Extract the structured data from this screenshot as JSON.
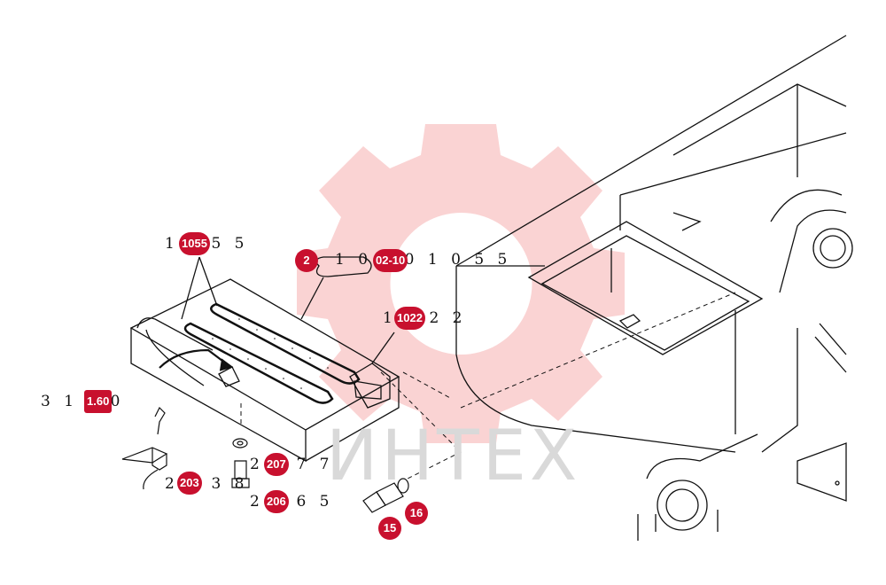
{
  "watermark": {
    "text": "ИНТЕХ",
    "color": "#f08080"
  },
  "labels": {
    "l1055": "1 0 5 5",
    "l10201055": "1 0 2 0 1 0 5 5",
    "l1022": "1 0 2 2",
    "l3100": "3 1 0 0",
    "l2077": "2 0 7 7",
    "l2038": "2 0 3 8",
    "l2065": "2 0 6 5"
  },
  "badges": {
    "b1055": "1055",
    "b2": "2",
    "b2010": "02-10",
    "b1022": "1022",
    "b160": "1.60",
    "b207": "207",
    "b203": "203",
    "b206": "206",
    "b15": "15",
    "b16": "16"
  },
  "colors": {
    "badge": "#c8102e",
    "line": "#111111"
  }
}
